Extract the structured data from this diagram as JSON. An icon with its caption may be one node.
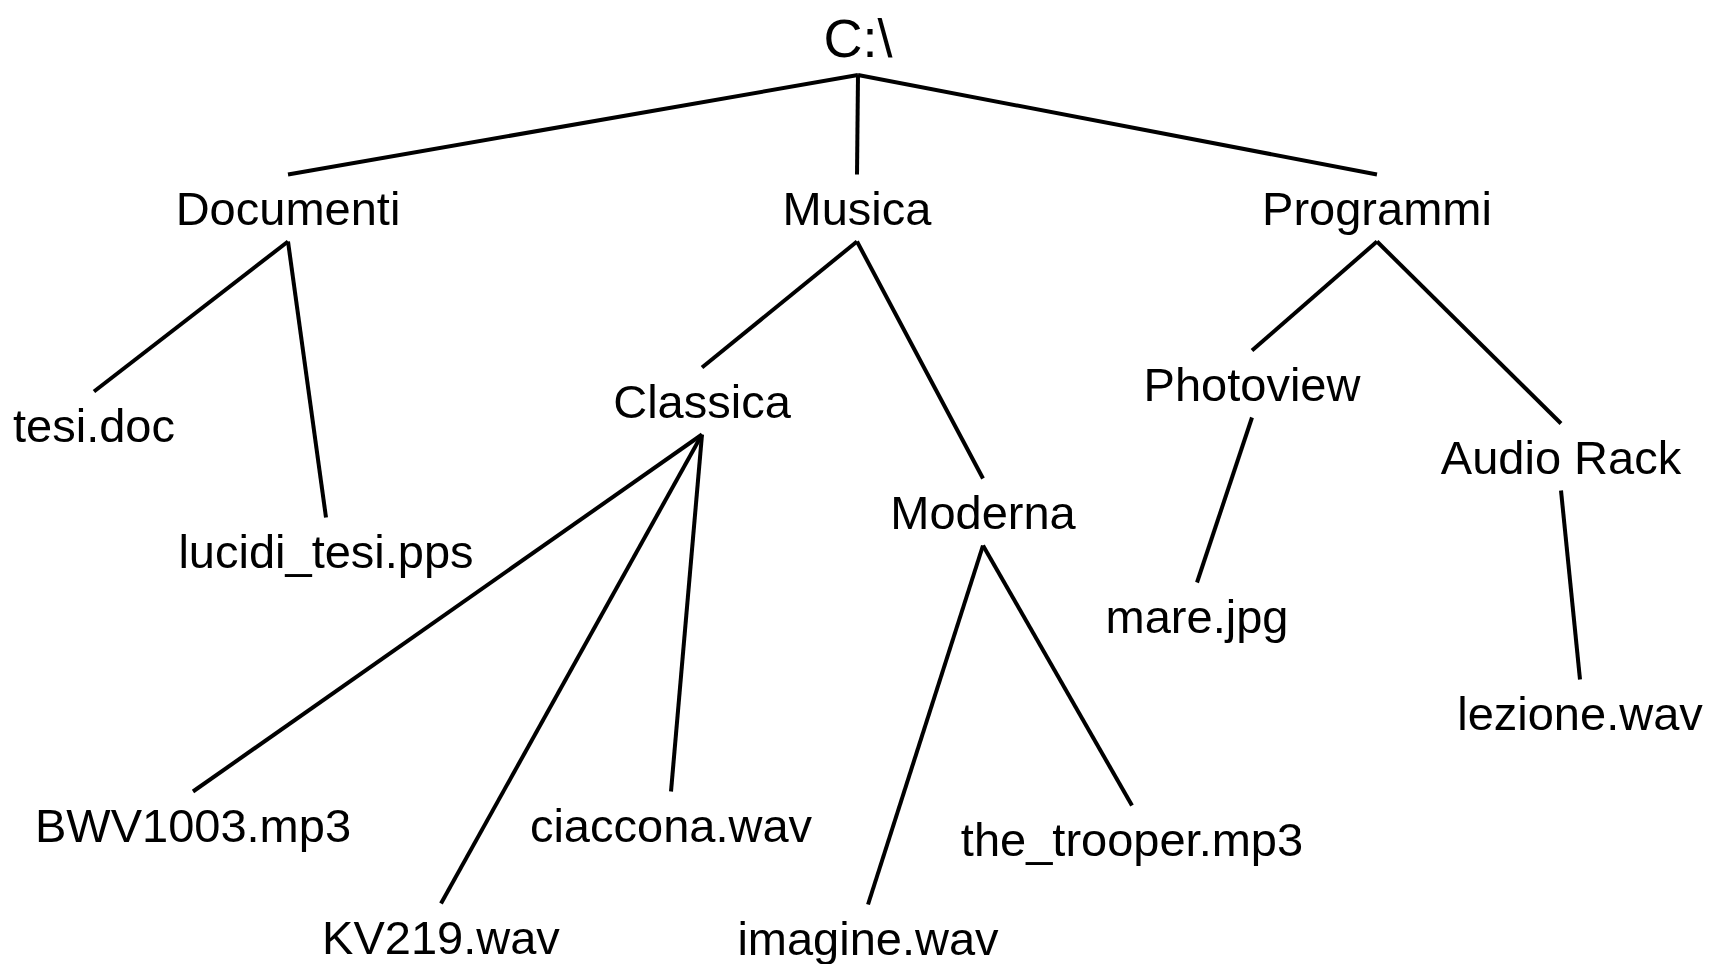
{
  "diagram": {
    "nodes": [
      {
        "text": [
          "C:\\"
        ]
      },
      {
        "text": [
          "Documenti"
        ]
      },
      {
        "text": [
          "Musica"
        ]
      },
      {
        "text": [
          "Programmi"
        ]
      },
      {
        "text": [
          "tesi.doc"
        ]
      },
      {
        "text": [
          "lucidi_tesi.pps"
        ]
      },
      {
        "text": [
          "Classica"
        ]
      },
      {
        "text": [
          "Moderna"
        ]
      },
      {
        "text": [
          "Photoview"
        ]
      },
      {
        "text": [
          "Audio Rack"
        ]
      },
      {
        "text": [
          "BWV1003.mp3"
        ]
      },
      {
        "text": [
          "KV219.wav"
        ]
      },
      {
        "text": [
          "ciaccona.wav"
        ]
      },
      {
        "text": [
          "imagine.wav"
        ]
      },
      {
        "text": [
          "the_trooper.mp3"
        ]
      },
      {
        "text": [
          "mare.jpg"
        ]
      },
      {
        "text": [
          "lezione.wav"
        ]
      }
    ],
    "edges": [
      {
        "from": 0,
        "to": 1,
        "arrow": "none"
      },
      {
        "from": 0,
        "to": 2,
        "arrow": "none"
      },
      {
        "from": 0,
        "to": 3,
        "arrow": "none"
      },
      {
        "from": 1,
        "to": 4,
        "arrow": "none"
      },
      {
        "from": 1,
        "to": 5,
        "arrow": "none"
      },
      {
        "from": 2,
        "to": 6,
        "arrow": "none"
      },
      {
        "from": 2,
        "to": 7,
        "arrow": "none"
      },
      {
        "from": 3,
        "to": 8,
        "arrow": "none"
      },
      {
        "from": 3,
        "to": 9,
        "arrow": "none"
      },
      {
        "from": 6,
        "to": 10,
        "arrow": "none"
      },
      {
        "from": 6,
        "to": 11,
        "arrow": "none"
      },
      {
        "from": 6,
        "to": 12,
        "arrow": "none"
      },
      {
        "from": 7,
        "to": 13,
        "arrow": "none"
      },
      {
        "from": 7,
        "to": 14,
        "arrow": "none"
      },
      {
        "from": 8,
        "to": 15,
        "arrow": "none"
      },
      {
        "from": 9,
        "to": 16,
        "arrow": "none"
      }
    ]
  }
}
